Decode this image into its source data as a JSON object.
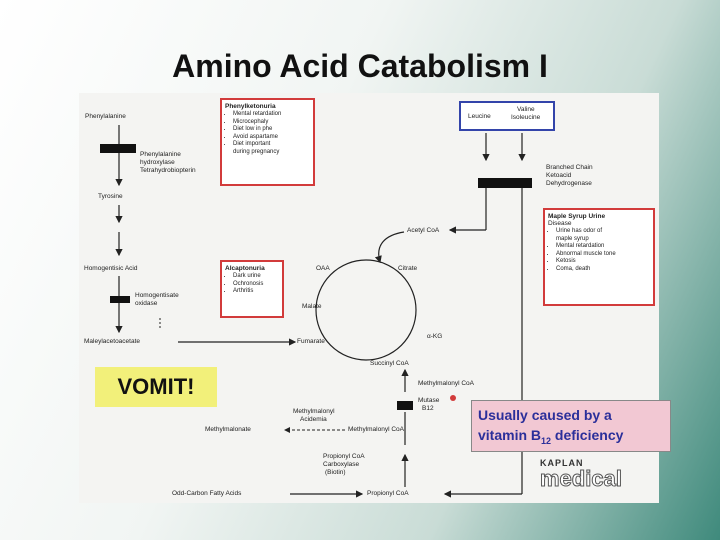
{
  "slide": {
    "title": "Amino Acid Catabolism I"
  },
  "pathway": {
    "phenylalanine": "Phenylalanine",
    "enzyme1": [
      "Phenylalanine",
      "hydroxylase",
      "Tetrahydrobiopterin"
    ],
    "tyrosine": "Tyrosine",
    "homogentisic": "Homogentisic Acid",
    "enzyme2": [
      "Homogentisate",
      "oxidase"
    ],
    "maleylacetoacetate": "Maleylacetoacetate",
    "fumarate": "Fumarate",
    "malate": "Malate",
    "oaa": "OAA",
    "citrate": "Citrate",
    "acetyl_coa": "Acetyl CoA",
    "alpha_kg": "α-KG",
    "succinyl_coa": "Succinyl CoA",
    "methylmalonyl_coa_top": "Methylmalonyl CoA",
    "mutase": [
      "Mutase",
      "B12"
    ],
    "methylmalonyl_coa": "Methylmalonyl CoA",
    "methylmalonyl_anemia": [
      "Methylmalonyl",
      "Acidemia"
    ],
    "methylmalonate": "Methylmalonate",
    "propionyl_carboxylase": [
      "Propionyl CoA",
      "Carboxylase",
      "(Biotin)"
    ],
    "propionyl_coa": "Propionyl CoA",
    "odd_chain": "Odd-Carbon Fatty Acids",
    "leucine": "Leucine",
    "valine": [
      "Valine",
      "Isoleucine"
    ],
    "bckd": [
      "Branched Chain",
      "Ketoacid",
      "Dehydrogenase"
    ]
  },
  "pku_box": {
    "title": "Phenylketonuria",
    "items": [
      "Mental retardation",
      "Microcephaly",
      "Diet low in phe",
      "Avoid aspartame",
      "Diet important",
      "during pregnancy"
    ]
  },
  "alk_box": {
    "title": "Alcaptonuria",
    "items": [
      "Dark urine",
      "Ochronosis",
      "Arthritis"
    ]
  },
  "msud_box": {
    "title": "Maple Syrup Urine",
    "title2": "Disease",
    "items": [
      "Urine has odor of",
      "maple syrup",
      "Mental retardation",
      "Abnormal muscle tone",
      "Ketosis",
      "Coma, death"
    ]
  },
  "callouts": {
    "vomit": "VOMIT!",
    "b12_line1": "Usually caused by a",
    "b12_line2_prefix": "vitamin B",
    "b12_sub": "12",
    "b12_line2_suffix": " deficiency"
  },
  "logo": {
    "kaplan": "KAPLAN",
    "medical": "medical"
  },
  "colors": {
    "box_border": "#d23b3b",
    "blue_border": "#3344aa",
    "vomit_bg": "#f2f07a",
    "b12_bg": "#f2c8d3",
    "b12_text": "#2b2f9a"
  }
}
